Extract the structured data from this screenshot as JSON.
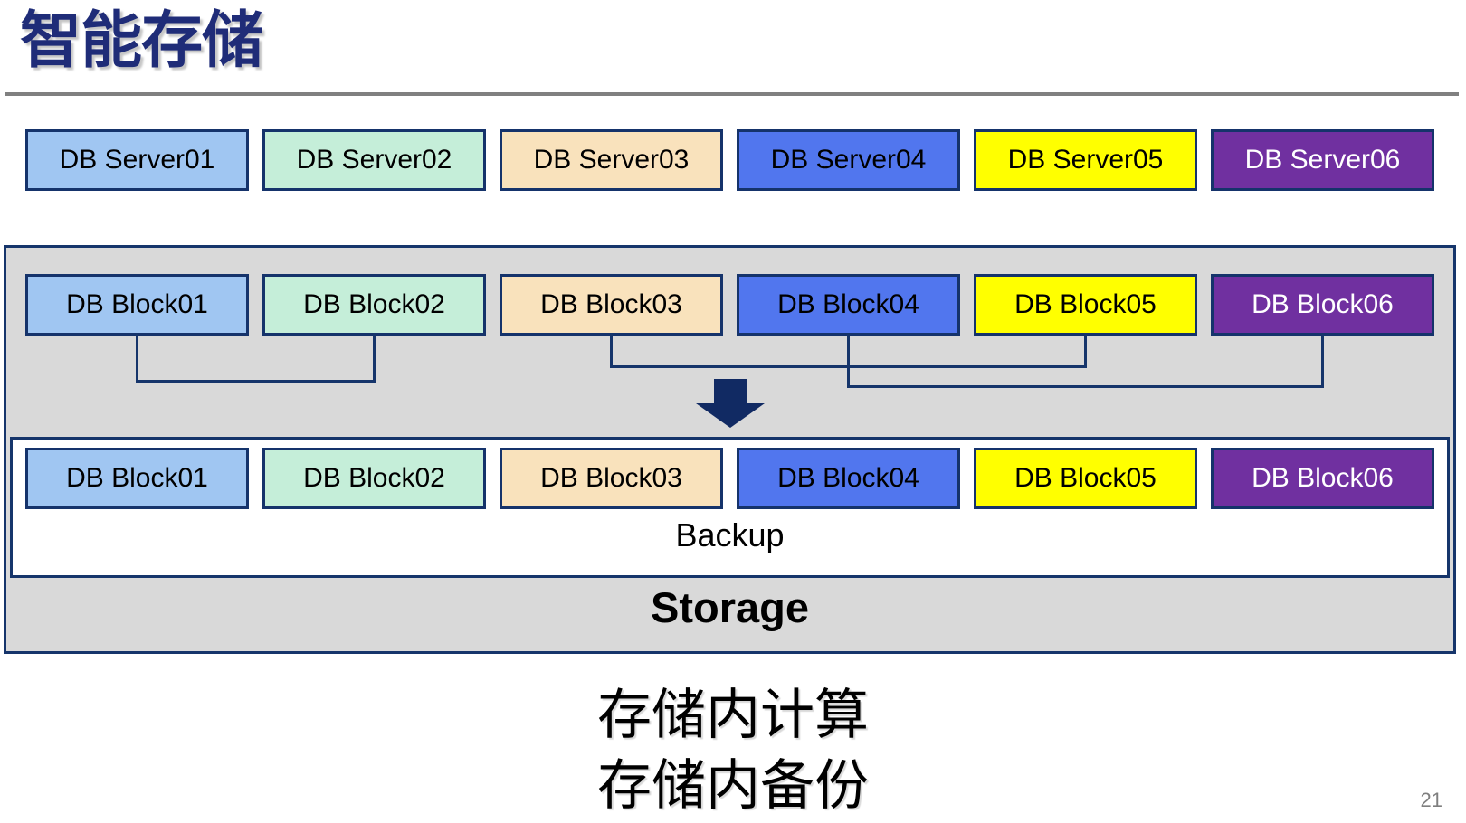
{
  "slide": {
    "title": "智能存储",
    "page_number": "21"
  },
  "palette": {
    "title_color": "#1F2C78",
    "rule_color": "#808080",
    "box_border": "#15336B",
    "container_fill": "#D9D9D9",
    "container_border": "#16356B",
    "connector_color": "#16356B",
    "arrow_color": "#112A63",
    "page_number_color": "#7F7F7F",
    "box_fills": [
      "#A0C6F2",
      "#C5EED9",
      "#F9E2BC",
      "#5176EE",
      "#FFFF00",
      "#7030A0"
    ],
    "box_text_colors": [
      "#000000",
      "#000000",
      "#000000",
      "#000000",
      "#000000",
      "#FFFFFF"
    ]
  },
  "server_row": {
    "labels": [
      "DB Server01",
      "DB Server02",
      "DB Server03",
      "DB Server04",
      "DB Server05",
      "DB Server06"
    ]
  },
  "storage_container": {
    "label": "Storage",
    "top_block_row": {
      "labels": [
        "DB Block01",
        "DB Block02",
        "DB Block03",
        "DB Block04",
        "DB Block05",
        "DB Block06"
      ]
    },
    "backup_box": {
      "label": "Backup",
      "block_row": {
        "labels": [
          "DB Block01",
          "DB Block02",
          "DB Block03",
          "DB Block04",
          "DB Block05",
          "DB Block06"
        ]
      }
    }
  },
  "connections": {
    "pairs": [
      [
        0,
        1
      ],
      [
        2,
        4
      ],
      [
        3,
        5
      ]
    ]
  },
  "caption": {
    "line1": "存储内计算",
    "line2": "存储内备份"
  }
}
